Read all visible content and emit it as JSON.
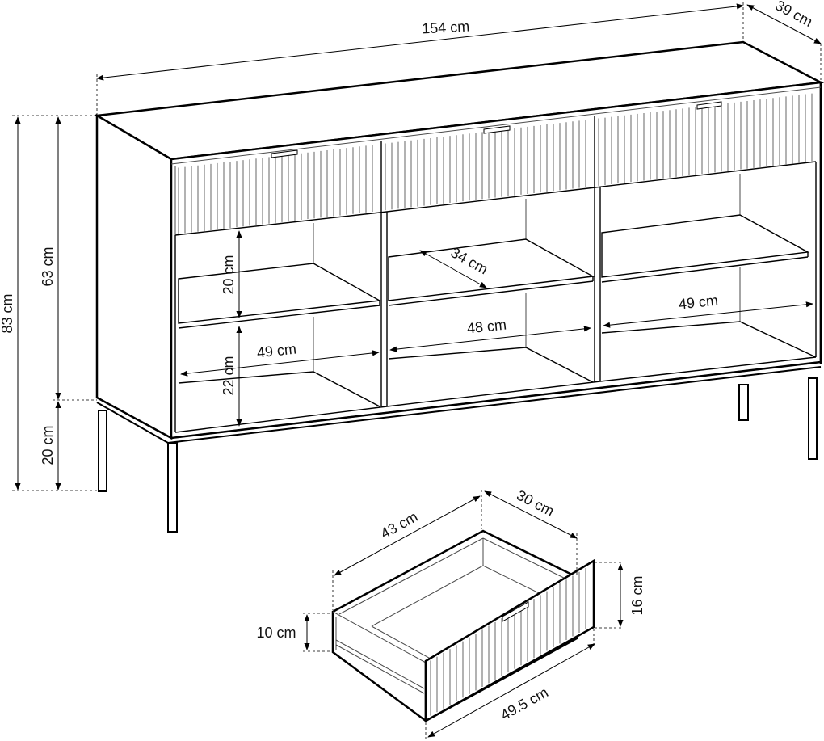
{
  "dimensions": {
    "total_width": "154 cm",
    "depth": "39 cm",
    "total_height": "83 cm",
    "body_height": "63 cm",
    "leg_height": "20 cm",
    "shelf_top_height": "20 cm",
    "shelf_bottom_height": "22 cm",
    "shelf_depth": "34 cm",
    "left_compartment_width": "49 cm",
    "middle_compartment_width": "48 cm",
    "right_compartment_width": "49 cm",
    "drawer_inner_depth": "43 cm",
    "drawer_depth": "30 cm",
    "drawer_front_height": "16 cm",
    "drawer_side_height": "10 cm",
    "drawer_front_width": "49.5 cm"
  }
}
